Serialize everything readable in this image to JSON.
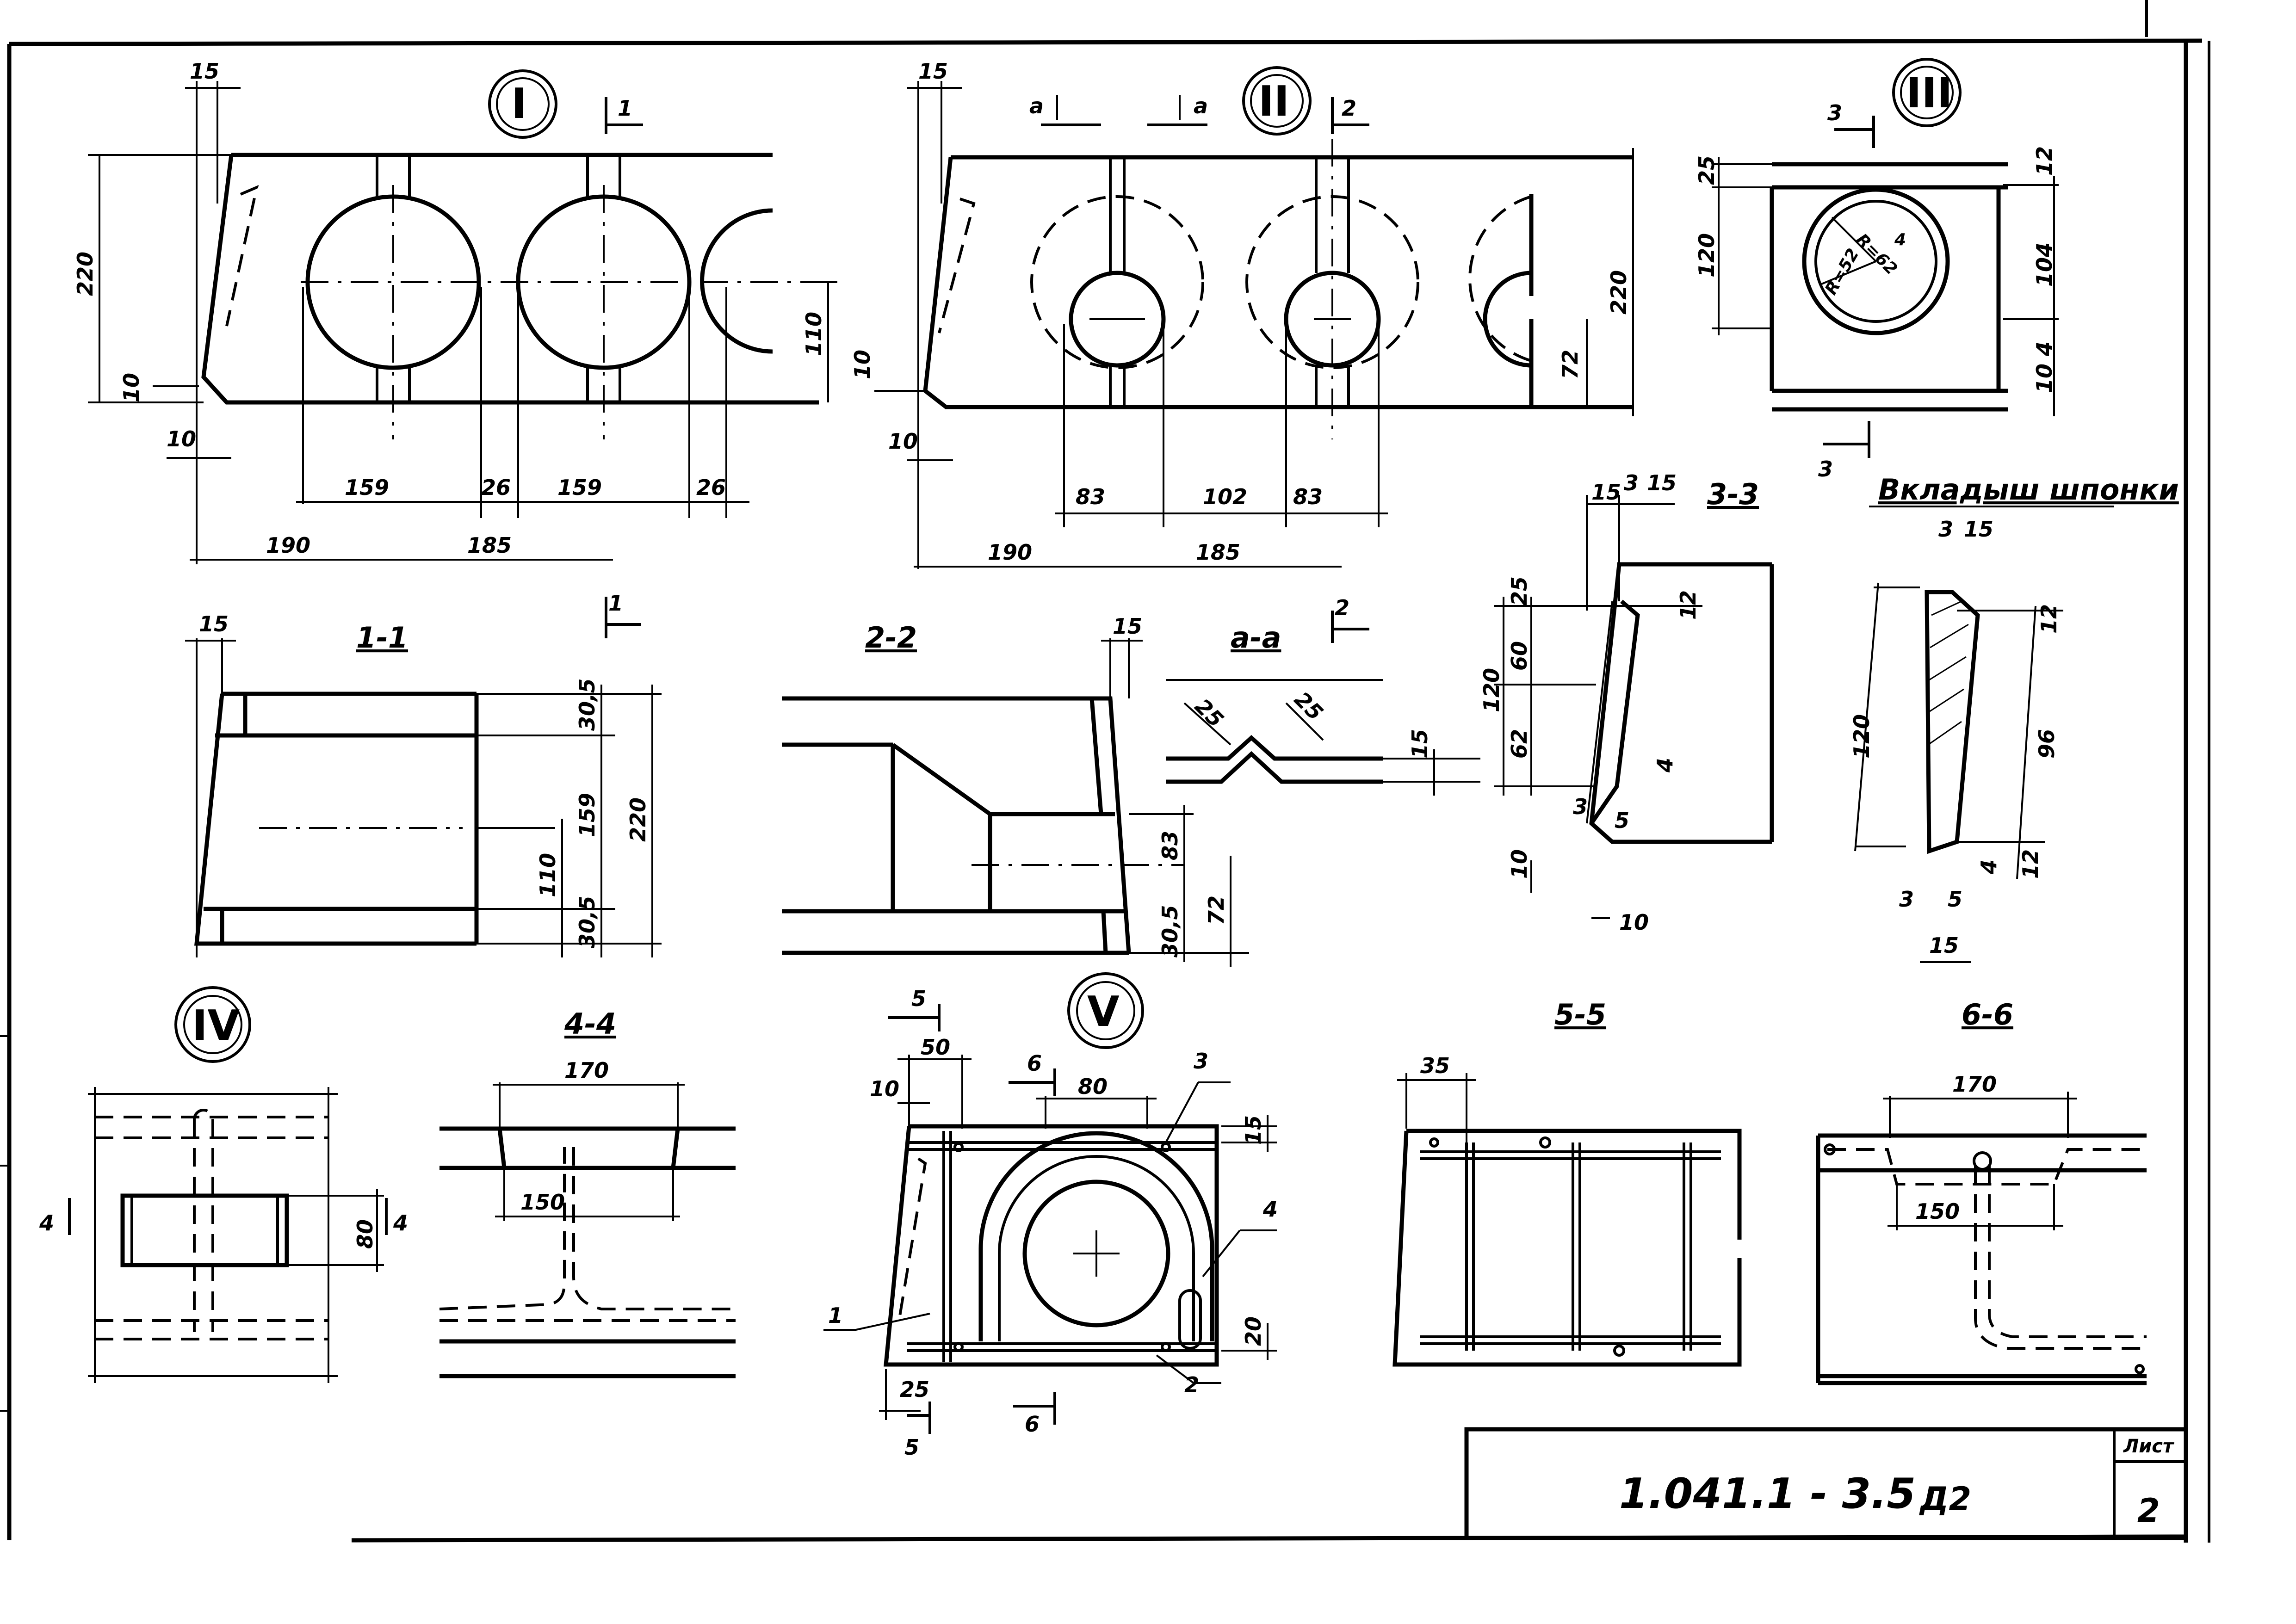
{
  "views": {
    "v1": {
      "mark": "I",
      "cut": "1",
      "dims": [
        "15",
        "220",
        "10",
        "10",
        "159",
        "26",
        "159",
        "26",
        "110",
        "190",
        "185"
      ]
    },
    "v2": {
      "mark": "II",
      "cuts": [
        "a",
        "a",
        "2"
      ],
      "dims": [
        "15",
        "10",
        "10",
        "83",
        "102",
        "83",
        "190",
        "185",
        "220",
        "72"
      ]
    },
    "v3": {
      "mark": "III",
      "cuts": [
        "3",
        "3"
      ],
      "dims": [
        "25",
        "120",
        "12",
        "104",
        "10",
        "4",
        "R=52",
        "R=62",
        "4"
      ]
    },
    "s11": {
      "title": "1-1",
      "cut": "1",
      "dims": [
        "15",
        "30,5",
        "159",
        "220",
        "110",
        "30,5"
      ]
    },
    "s22": {
      "title": "2-2",
      "dims": [
        "15",
        "83",
        "30,5",
        "72"
      ]
    },
    "saa": {
      "title": "a-a",
      "cut": "2",
      "dims": [
        "25",
        "25",
        "15"
      ]
    },
    "s33": {
      "title": "3-3",
      "dims": [
        "15",
        "3",
        "15",
        "25",
        "60",
        "62",
        "120",
        "12",
        "4",
        "3",
        "5",
        "10",
        "10"
      ]
    },
    "insert": {
      "title": "Вкладыш шпонки",
      "dims": [
        "3",
        "15",
        "12",
        "120",
        "96",
        "12",
        "4",
        "3",
        "5",
        "15"
      ]
    },
    "v4": {
      "mark": "IV",
      "cuts": [
        "4",
        "4"
      ],
      "dims": [
        "80"
      ]
    },
    "s44": {
      "title": "4-4",
      "dims": [
        "170",
        "150"
      ]
    },
    "v5": {
      "mark": "V",
      "cuts": [
        "5",
        "5",
        "6",
        "6"
      ],
      "dims": [
        "50",
        "10",
        "80",
        "15",
        "20",
        "25"
      ],
      "callouts": [
        "1",
        "2",
        "3",
        "4"
      ]
    },
    "s55": {
      "title": "5-5",
      "dims": [
        "35"
      ]
    },
    "s66": {
      "title": "6-6",
      "dims": [
        "170",
        "150"
      ]
    }
  },
  "title_block": {
    "code": "1.041.1 - 3.5",
    "part": "Д2",
    "sheet_label": "Лист",
    "sheet_no": "2"
  }
}
